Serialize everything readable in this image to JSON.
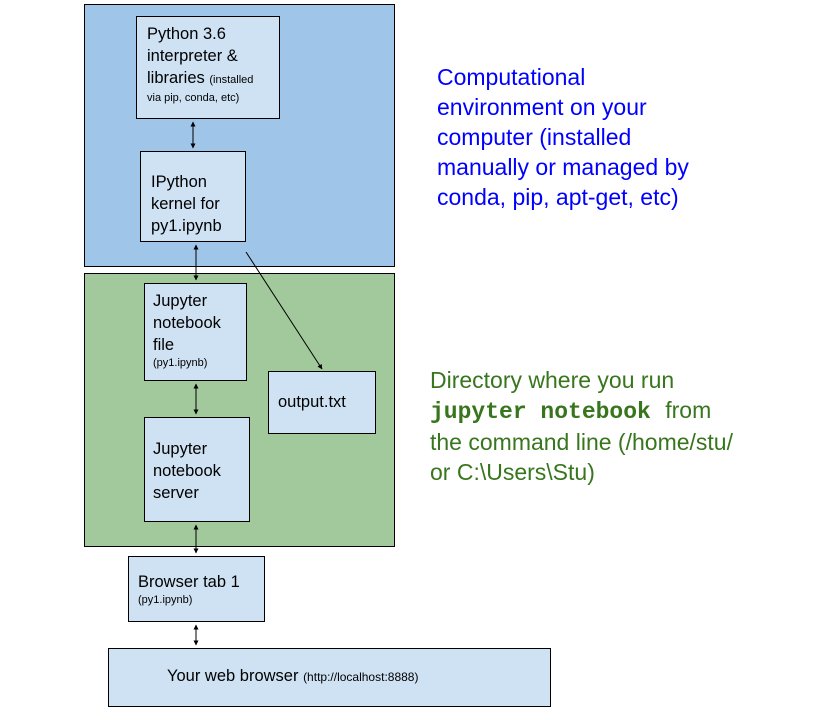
{
  "colors": {
    "env_bg": "#9fc5e8",
    "dir_bg": "#a2c99c",
    "box_bg": "#cfe2f3",
    "env_text": "#0000ff",
    "dir_text": "#38761d"
  },
  "boxes": {
    "python": {
      "line1": "Python 3.6",
      "line2": "interpreter &",
      "line3": "libraries",
      "small1": "(installed",
      "small2": "via pip, conda, etc)"
    },
    "ipython": {
      "line1": "IPython",
      "line2": "kernel for",
      "line3": "py1.ipynb"
    },
    "notebook_file": {
      "line1": "Jupyter",
      "line2": "notebook",
      "line3": "file",
      "small": "(py1.ipynb)"
    },
    "output": {
      "label": "output.txt"
    },
    "server": {
      "line1": "Jupyter",
      "line2": "notebook",
      "line3": "server"
    },
    "browser_tab": {
      "label": "Browser tab 1",
      "small": "(py1.ipynb)"
    },
    "web_browser": {
      "label": "Your web browser",
      "small": "(http://localhost:8888)"
    }
  },
  "descriptions": {
    "env": {
      "line1": "Computational",
      "line2": "environment on your",
      "line3": "computer (installed",
      "line4": "manually or managed by",
      "line5": "conda, pip, apt-get, etc)"
    },
    "dir": {
      "line1": "Directory where you run",
      "command": "jupyter notebook",
      "after_command": "from",
      "line3": "the command line (/home/stu/",
      "line4": "or C:\\Users\\Stu)"
    }
  }
}
